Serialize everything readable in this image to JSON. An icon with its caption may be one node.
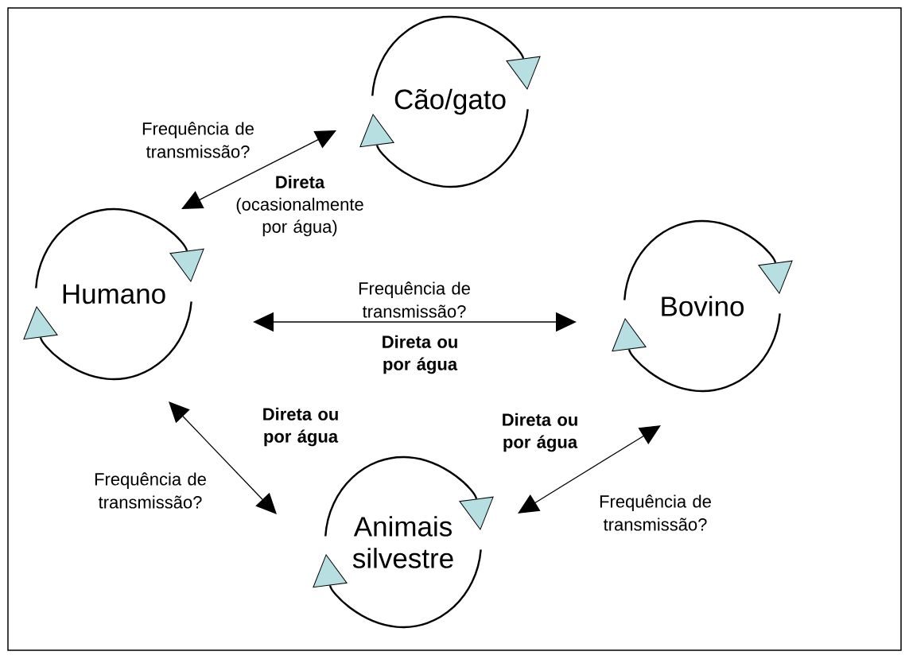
{
  "diagram": {
    "nodes": [
      {
        "text": [
          "Cão/gato"
        ]
      },
      {
        "text": [
          "Humano"
        ]
      },
      {
        "text": [
          "Bovino"
        ]
      },
      {
        "text": [
          "Animais silvestre"
        ]
      }
    ],
    "edges": [
      {
        "from": 1,
        "to": 0,
        "arrow": "both",
        "label": "Frequência de transmissão?"
      },
      {
        "from": 1,
        "to": 2,
        "arrow": "both",
        "label": "Frequência de transmissão?"
      },
      {
        "from": 1,
        "to": 3,
        "arrow": "both",
        "label": "Frequência de transmissão?"
      },
      {
        "from": 3,
        "to": 2,
        "arrow": "both",
        "label": "Frequência de transmissão?"
      }
    ],
    "labels": [
      "**Direta** (ocasionalmente por água)",
      "Direta ou por água",
      "Direta ou por água",
      "Direta ou por água"
    ]
  }
}
